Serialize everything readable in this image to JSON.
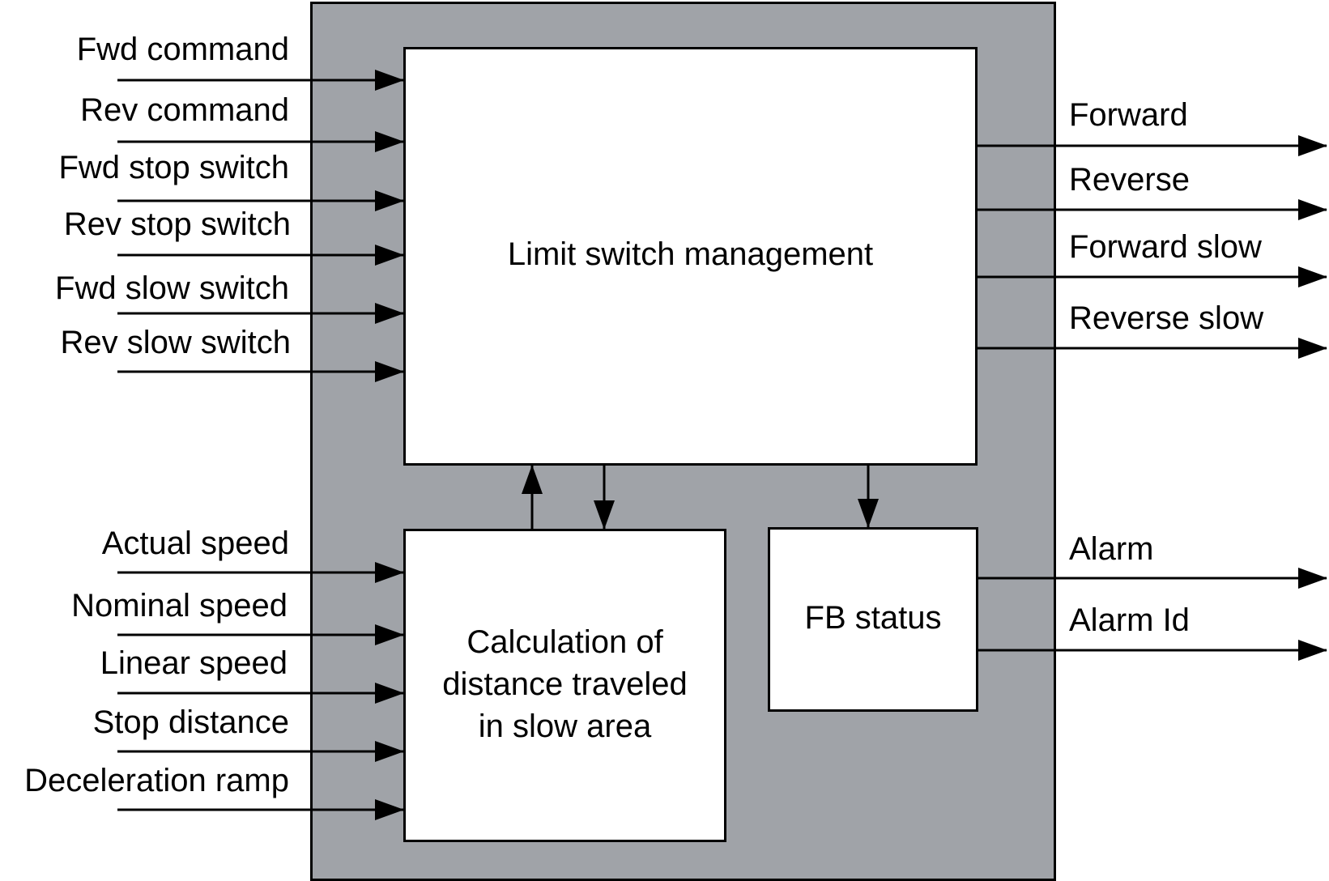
{
  "blocks": {
    "limit_switch": "Limit switch management",
    "calculation": [
      "Calculation of",
      "distance traveled",
      "in slow area"
    ],
    "fb_status": "FB status"
  },
  "inputs": {
    "top": [
      "Fwd command",
      "Rev command",
      "Fwd stop switch",
      "Rev stop switch",
      "Fwd slow switch",
      "Rev slow switch"
    ],
    "bottom": [
      "Actual speed",
      "Nominal speed",
      "Linear speed",
      "Stop distance",
      "Deceleration ramp"
    ]
  },
  "outputs": {
    "top": [
      "Forward",
      "Reverse",
      "Forward slow",
      "Reverse slow"
    ],
    "bottom": [
      "Alarm",
      "Alarm Id"
    ]
  },
  "colors": {
    "container_fill": "#a0a3a8",
    "block_fill": "#ffffff",
    "line": "#000000"
  }
}
